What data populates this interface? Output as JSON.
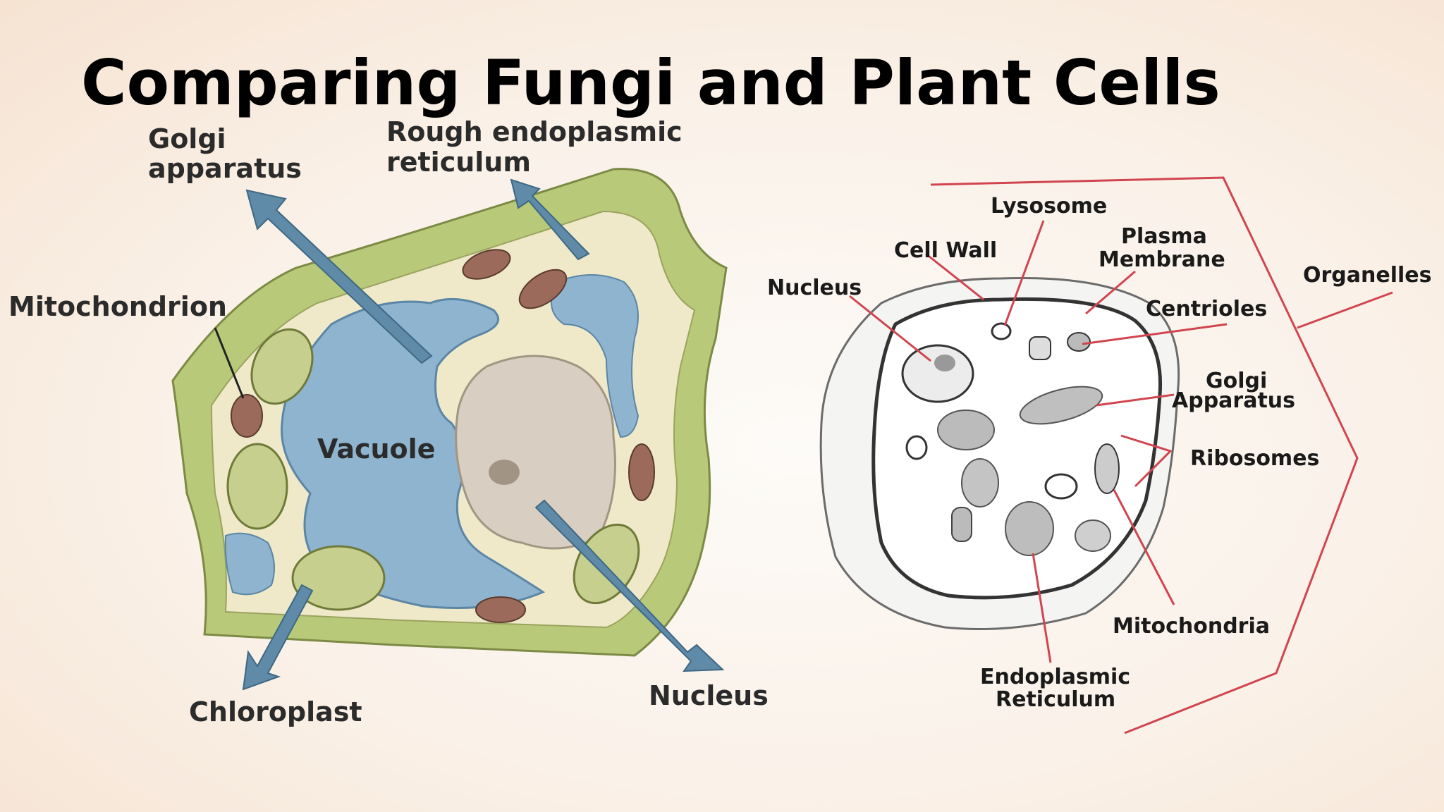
{
  "slide": {
    "title": "Comparing Fungi and Plant Cells"
  },
  "plant_cell": {
    "labels": {
      "golgi": [
        "Golgi",
        "apparatus"
      ],
      "rough_er": [
        "Rough endoplasmic",
        "reticulum"
      ],
      "mitochondrion": "Mitochondrion",
      "vacuole": "Vacuole",
      "chloroplast": "Chloroplast",
      "nucleus": "Nucleus"
    }
  },
  "fungi_cell": {
    "labels": {
      "lysosome": "Lysosome",
      "cell_wall": "Cell Wall",
      "plasma_membrane": [
        "Plasma",
        "Membrane"
      ],
      "nucleus": "Nucleus",
      "centrioles": "Centrioles",
      "organelles": "Organelles",
      "golgi": [
        "Golgi",
        "Apparatus"
      ],
      "ribosomes": "Ribosomes",
      "mitochondria": "Mitochondria",
      "endoplasmic_reticulum": [
        "Endoplasmic",
        "Reticulum"
      ]
    }
  },
  "colors": {
    "cell_wall_green": "#b9c97a",
    "cytoplasm_cream": "#efe9c9",
    "vacuole_blue": "#8fb4cf",
    "nucleus_tan": "#d8cfc2",
    "arrow_blue": "#5f8aa8",
    "leader_red": "#d0454f"
  }
}
